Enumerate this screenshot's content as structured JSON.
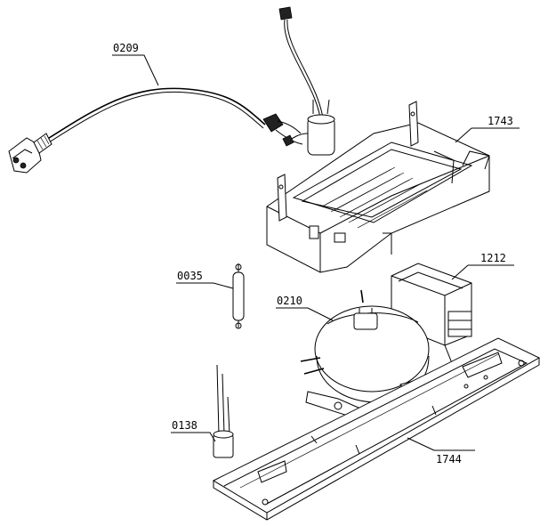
{
  "parts": {
    "p0209": "0209",
    "p1743": "1743",
    "p1212": "1212",
    "p0035": "0035",
    "p0210": "0210",
    "p0138": "0138",
    "p1744": "1744"
  },
  "colors": {
    "line": "#000000",
    "background": "#ffffff"
  }
}
